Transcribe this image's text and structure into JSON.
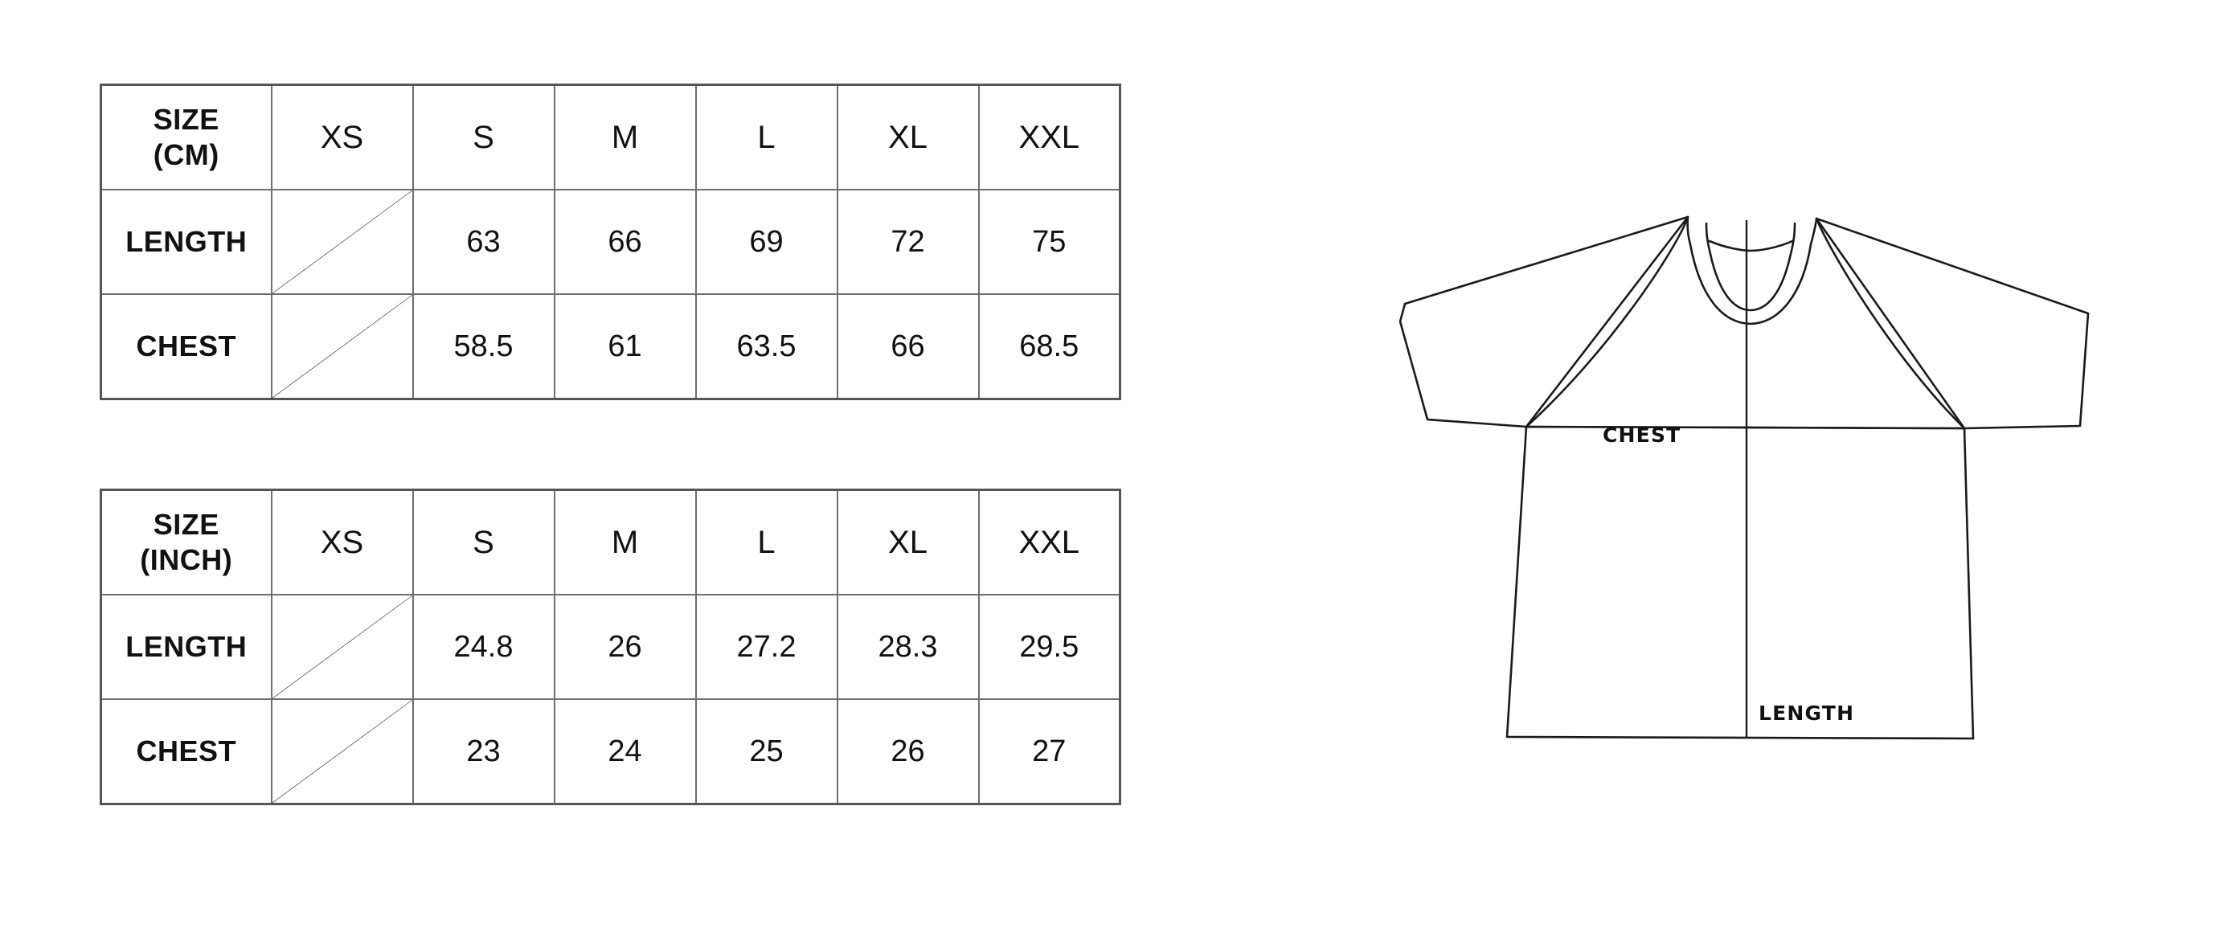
{
  "tables": [
    {
      "id": "cm",
      "header_label": "SIZE",
      "header_unit": "(CM)",
      "sizes": [
        "XS",
        "S",
        "M",
        "L",
        "XL",
        "XXL"
      ],
      "rows": [
        {
          "name": "LENGTH",
          "values": [
            "",
            "63",
            "66",
            "69",
            "72",
            "75"
          ]
        },
        {
          "name": "CHEST",
          "values": [
            "",
            "58.5",
            "61",
            "63.5",
            "66",
            "68.5"
          ]
        }
      ]
    },
    {
      "id": "inch",
      "header_label": "SIZE",
      "header_unit": "(INCH)",
      "sizes": [
        "XS",
        "S",
        "M",
        "L",
        "XL",
        "XXL"
      ],
      "rows": [
        {
          "name": "LENGTH",
          "values": [
            "",
            "24.8",
            "26",
            "27.2",
            "28.3",
            "29.5"
          ]
        },
        {
          "name": "CHEST",
          "values": [
            "",
            "23",
            "24",
            "25",
            "26",
            "27"
          ]
        }
      ]
    }
  ],
  "diagram": {
    "chest_label": "CHEST",
    "length_label": "LENGTH"
  },
  "colors": {
    "background": "#ffffff",
    "table_border": "#6e6e6e",
    "table_outer_border": "#555555",
    "text": "#111111",
    "diagram_stroke": "#1a1a1a"
  }
}
